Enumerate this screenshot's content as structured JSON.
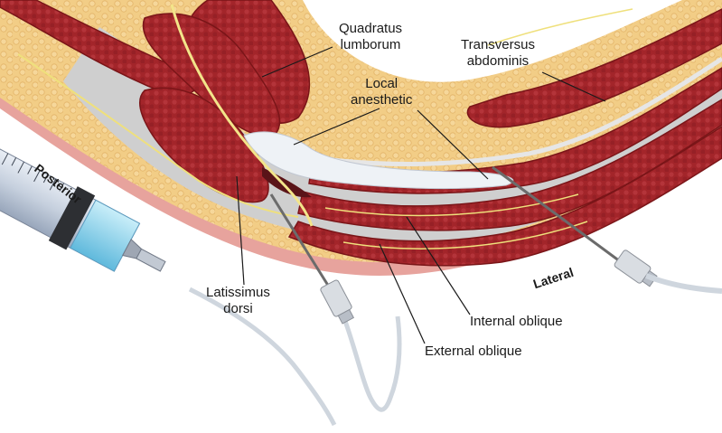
{
  "labels": {
    "quadratus": [
      "Quadratus",
      "lumborum"
    ],
    "transversus": [
      "Transversus",
      "abdominis"
    ],
    "local": [
      "Local",
      "anesthetic"
    ],
    "latissimus": [
      "Latissimus",
      "dorsi"
    ],
    "internal": "Internal oblique",
    "external": "External oblique"
  },
  "orientation": {
    "posterior": "Posterior",
    "lateral": "Lateral"
  },
  "icons": [
    "syringe-icon",
    "catheter-hub-icon"
  ],
  "colors": {
    "muscle": "#9e1f23",
    "fat": "#f0c97e",
    "skin": "#e8a6a0",
    "fascia": "#cfcfcf",
    "anesthetic": "#eef2f6",
    "syringe": "#8dd1e8"
  }
}
